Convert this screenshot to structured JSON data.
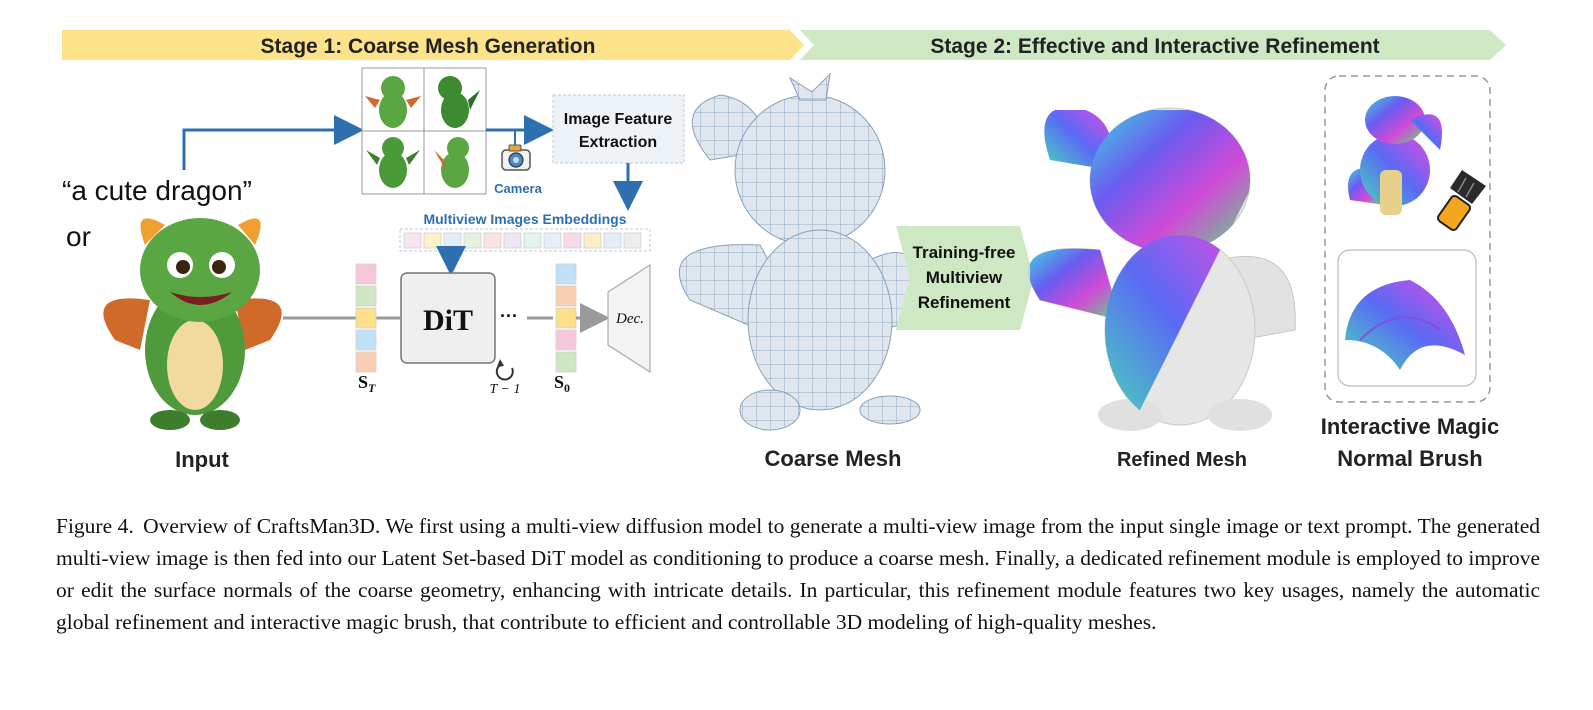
{
  "stages": {
    "stage1": "Stage 1: Coarse Mesh Generation",
    "stage2": "Stage 2: Effective and Interactive Refinement"
  },
  "input": {
    "prompt": "“a cute dragon”",
    "or": "or",
    "label": "Input"
  },
  "pipeline": {
    "feature_box": [
      "Image Feature",
      "Extraction"
    ],
    "camera": "Camera",
    "embeddings": "Multiview Images Embeddings",
    "dit": "DiT",
    "dots": "···",
    "decoder": "Dec.",
    "s_t": "S",
    "s_t_sub": "T",
    "s_0": "S",
    "s_0_sub": "0",
    "loop": "T − 1"
  },
  "coarse": {
    "label": "Coarse Mesh"
  },
  "refine_box": [
    "Training-free",
    "Multiview",
    "Refinement"
  ],
  "refined": {
    "label": "Refined Mesh"
  },
  "brush": {
    "label": [
      "Interactive Magic",
      "Normal Brush"
    ]
  },
  "caption": {
    "label": "Figure 4.",
    "text": "Overview of CraftsMan3D. We first using a multi-view diffusion model to generate a multi-view image from the input single image or text prompt. The generated multi-view image is then fed into our Latent Set-based DiT model as conditioning to produce a coarse mesh. Finally, a dedicated refinement module is employed to improve or edit the surface normals of the coarse geometry, enhancing with intricate details. In particular, this refinement module features two key usages, namely the automatic global refinement and interactive magic brush, that contribute to efficient and controllable 3D modeling of high-quality meshes."
  },
  "colors": {
    "stage1": "#fce38a",
    "stage2": "#cfe8c4",
    "arrow": "#2e6fb0",
    "dragon_green": "#4f9a3a",
    "mesh": "#d9e2ea"
  }
}
